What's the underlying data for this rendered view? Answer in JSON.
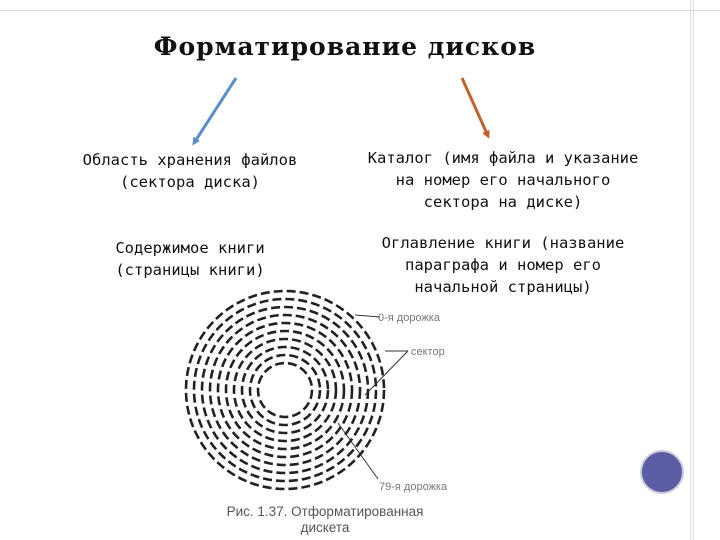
{
  "title": "Форматирование дисков",
  "left_items": [
    "Область хранения файлов\n(сектора диска)",
    "Содержимое книги\n(страницы книги)"
  ],
  "right_items": [
    "Каталог (имя файла и указание\nна номер его начального\nсектора на диске)",
    "Оглавление книги (название\nпараграфа и номер его\nначальной страницы)"
  ],
  "diagram": {
    "label_track0": "0-я дорожка",
    "label_sector": "сектор",
    "label_track79": "79-я дорожка",
    "caption": "Рис. 1.37. Отформатированная\nдискета"
  },
  "colors": {
    "left_arrow": "#5b8fc9",
    "right_arrow": "#c0622a",
    "accent_dot": "#5a5da3"
  }
}
